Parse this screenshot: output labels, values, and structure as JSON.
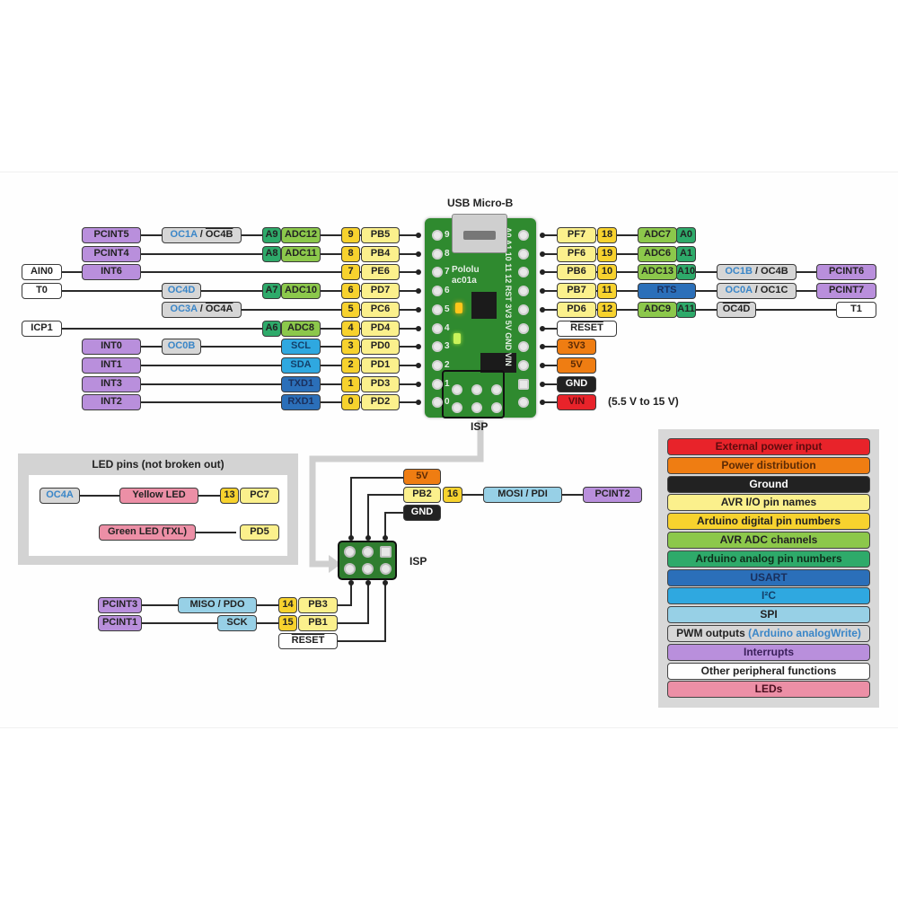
{
  "title_usb": "USB Micro-B",
  "isp_label_top": "ISP",
  "isp_label_side": "ISP",
  "board": {
    "silk_name": "Pololu",
    "silk_model": "ac01a",
    "left_pin_marks": [
      "9",
      "8",
      "7",
      "6",
      "5",
      "4",
      "3",
      "2",
      "1",
      "0"
    ],
    "right_pin_marks": [
      "A0",
      "A1",
      "10",
      "11",
      "12",
      "RST",
      "3V3",
      "5V",
      "GND",
      "VIN"
    ]
  },
  "left_rows": [
    {
      "num": "9",
      "pin": "PB5",
      "adc": "ADC12",
      "ana": "A9",
      "pwm_blue": "OC1A",
      "pwm_sep": " / ",
      "pwm_black": "OC4B",
      "pwm_overline": true,
      "intr": "PCINT5"
    },
    {
      "num": "8",
      "pin": "PB4",
      "adc": "ADC11",
      "ana": "A8",
      "intr": "PCINT4"
    },
    {
      "num": "7",
      "pin": "PE6",
      "intr": "INT6",
      "other": "AIN0"
    },
    {
      "num": "6",
      "pin": "PD7",
      "adc": "ADC10",
      "ana": "A7",
      "pwm_blue": "OC4D",
      "other": "T0"
    },
    {
      "num": "5",
      "pin": "PC6",
      "pwm_blue": "OC3A",
      "pwm_sep": " / ",
      "pwm_black": "OC4A",
      "pwm_overline": true
    },
    {
      "num": "4",
      "pin": "PD4",
      "adc": "ADC8",
      "ana": "A6",
      "other": "ICP1"
    },
    {
      "num": "3",
      "pin": "PD0",
      "comm": "SCL",
      "comm_type": "i2c",
      "pwm_blue": "OC0B",
      "intr": "INT0"
    },
    {
      "num": "2",
      "pin": "PD1",
      "comm": "SDA",
      "comm_type": "i2c",
      "intr": "INT1"
    },
    {
      "num": "1",
      "pin": "PD3",
      "comm": "TXD1",
      "comm_type": "usart",
      "intr": "INT3"
    },
    {
      "num": "0",
      "pin": "PD2",
      "comm": "RXD1",
      "comm_type": "usart",
      "intr": "INT2"
    }
  ],
  "right_rows": [
    {
      "pin": "PF7",
      "num": "18",
      "adc": "ADC7",
      "ana": "A0"
    },
    {
      "pin": "PF6",
      "num": "19",
      "adc": "ADC6",
      "ana": "A1"
    },
    {
      "pin": "PB6",
      "num": "10",
      "adc": "ADC13",
      "ana": "A10",
      "pwm_blue": "OC1B",
      "pwm_sep": " / ",
      "pwm_black": "OC4B",
      "intr": "PCINT6"
    },
    {
      "pin": "PB7",
      "num": "11",
      "comm": "RTS",
      "pwm_blue": "OC0A",
      "pwm_sep": " / ",
      "pwm_black": "OC1C",
      "intr": "PCINT7"
    },
    {
      "pin": "PD6",
      "num": "12",
      "adc": "ADC9",
      "ana": "A11",
      "pwm_black": "OC4D",
      "pwm_overline": true,
      "other": "T1"
    },
    {
      "pin": "RESET",
      "overline": true
    },
    {
      "power": "3V3"
    },
    {
      "power": "5V"
    },
    {
      "ground": "GND"
    },
    {
      "ext": "VIN",
      "note": "(5.5 V to 15 V)"
    }
  ],
  "led_panel": {
    "title": "LED pins (not broken out)",
    "yellow": {
      "pwm": "OC4A",
      "led": "Yellow LED",
      "num": "13",
      "pin": "PC7"
    },
    "green": {
      "led": "Green LED (TXL)",
      "pin": "PD5"
    }
  },
  "isp_header": {
    "top": {
      "power": "5V",
      "pin": "PB2",
      "num": "16",
      "spi": "MOSI / PDI",
      "intr": "PCINT2",
      "ground": "GND"
    },
    "bottom": [
      {
        "num": "14",
        "pin": "PB3",
        "spi": "MISO / PDO",
        "intr": "PCINT3"
      },
      {
        "num": "15",
        "pin": "PB1",
        "spi": "SCK",
        "intr": "PCINT1"
      },
      {
        "pin": "RESET",
        "overline": true
      }
    ]
  },
  "legend": [
    {
      "label": "External power input",
      "color": "#e8232a",
      "text_color": "#5d0b0e"
    },
    {
      "label": "Power distribution",
      "color": "#ef7d12",
      "text_color": "#5b2a05"
    },
    {
      "label": "Ground",
      "color": "#222222",
      "text_color": "#ffffff"
    },
    {
      "label": "AVR I/O pin names",
      "color": "#fbf08c",
      "text_color": "#222222"
    },
    {
      "label": "Arduino digital pin numbers",
      "color": "#f7d22e",
      "text_color": "#222222"
    },
    {
      "label": "AVR ADC channels",
      "color": "#8cc84b",
      "text_color": "#222222"
    },
    {
      "label": "Arduino analog pin numbers",
      "color": "#2eaa6a",
      "text_color": "#0e2e1a"
    },
    {
      "label": "USART",
      "color": "#2b6fb9",
      "text_color": "#1a2f5c"
    },
    {
      "label": "I²C",
      "color": "#2fa8e0",
      "text_color": "#14406a"
    },
    {
      "label": "SPI",
      "color": "#97d0e6",
      "text_color": "#222222"
    },
    {
      "label": "PWM outputs",
      "label_suffix": "(Arduino analogWrite)",
      "color": "#d6d6d6",
      "text_color": "#222222",
      "suffix_color": "#3a86c8"
    },
    {
      "label": "Interrupts",
      "color": "#b98fdc",
      "text_color": "#3a1f5a"
    },
    {
      "label": "Other peripheral functions",
      "color": "#ffffff",
      "text_color": "#222222"
    },
    {
      "label": "LEDs",
      "color": "#ec8fa6",
      "text_color": "#4a0e1e"
    }
  ]
}
